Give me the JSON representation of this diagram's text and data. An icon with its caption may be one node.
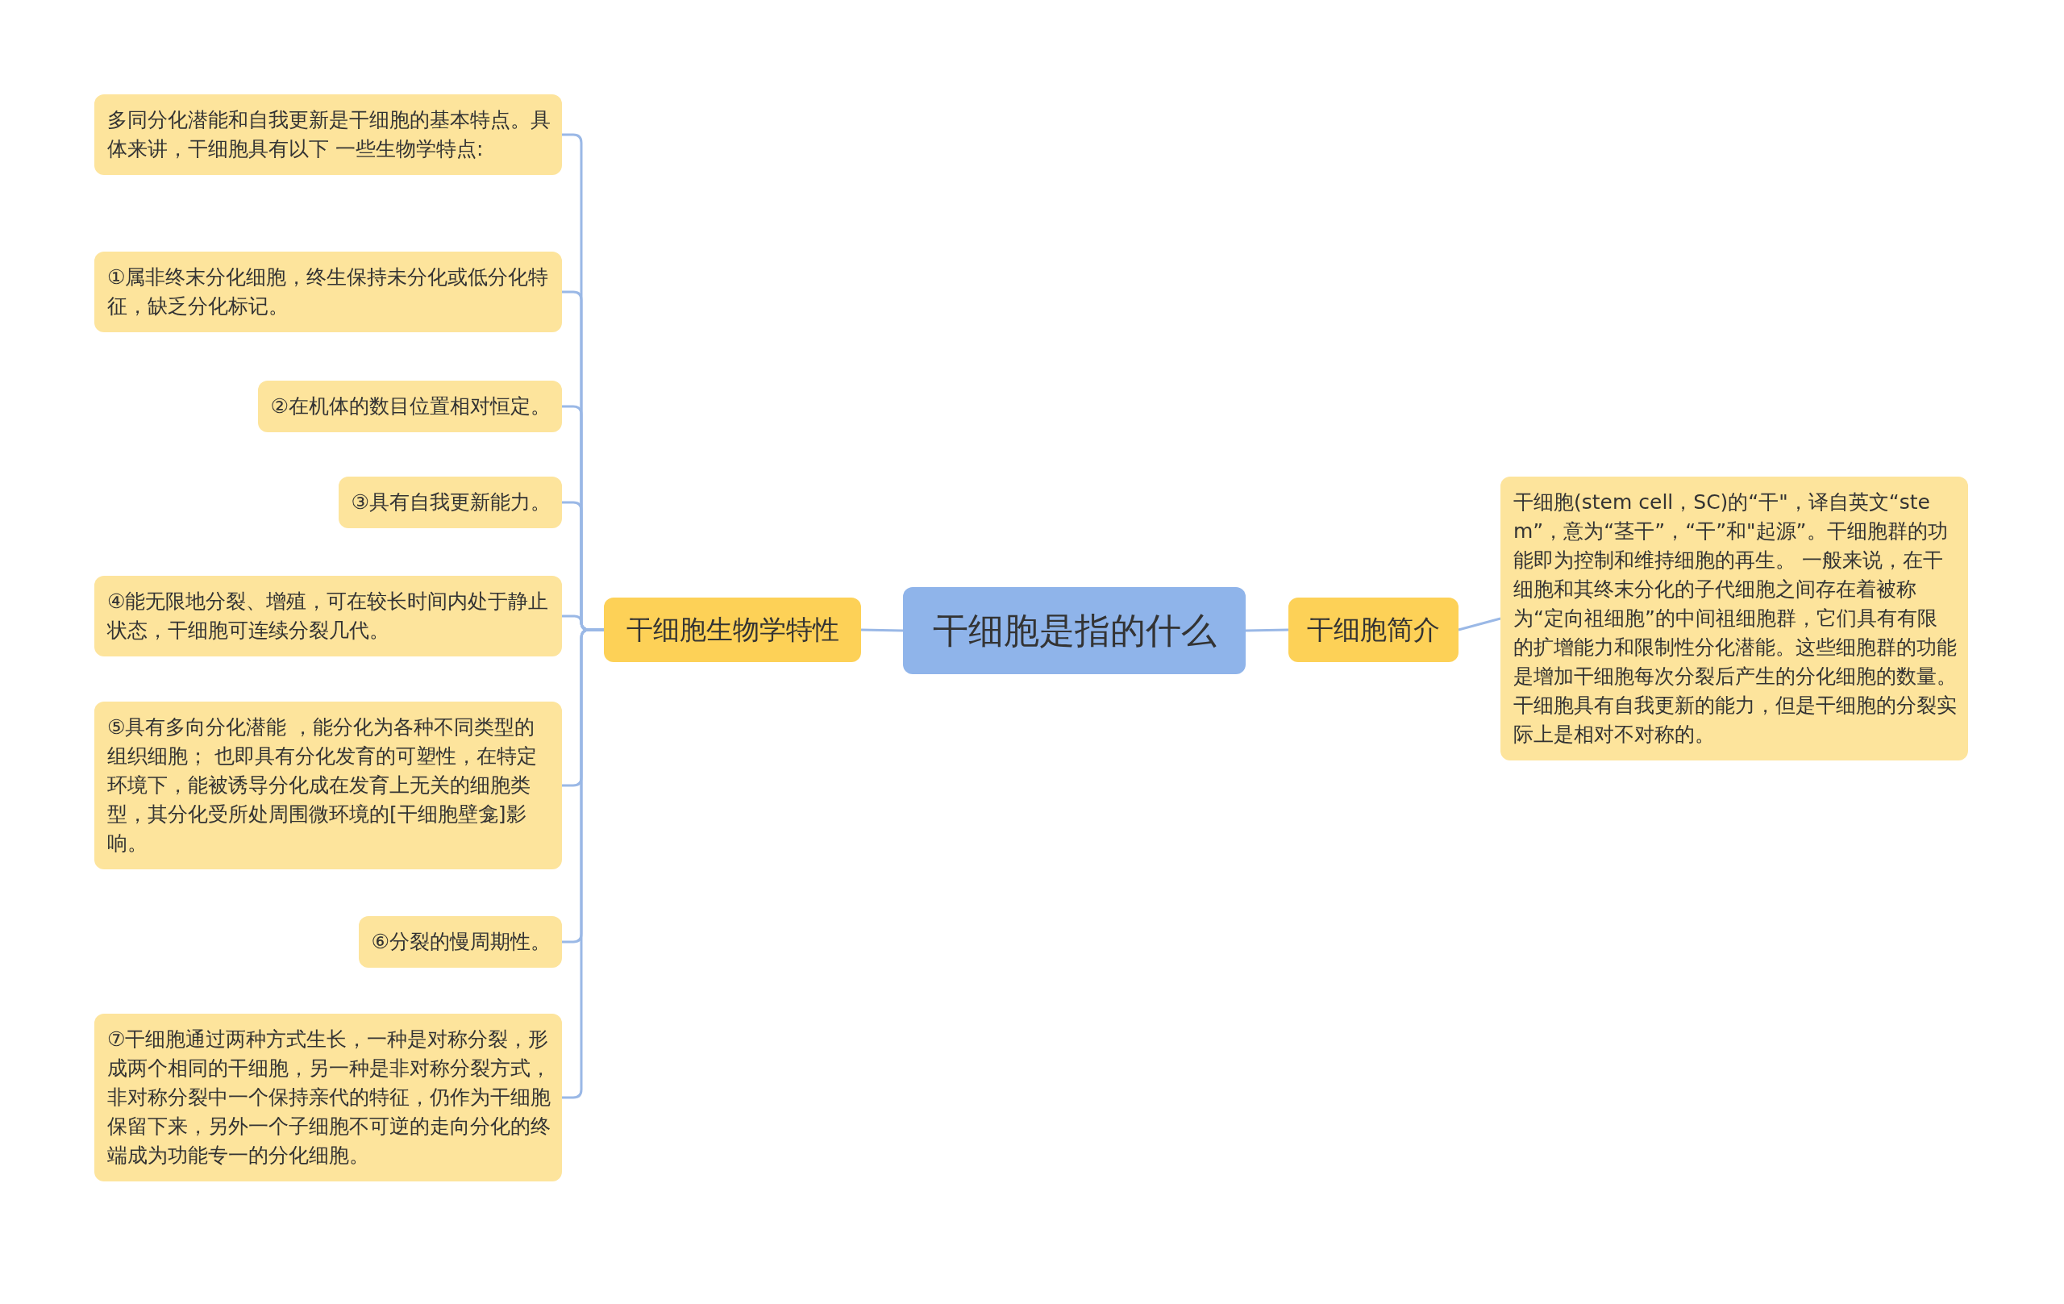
{
  "diagram": {
    "nodes": [
      {
        "text": [
          "干细胞是指的什么"
        ]
      },
      {
        "text": [
          "干细胞生物学特性"
        ]
      },
      {
        "text": [
          "多同分化潜能和自我更新是干细胞的基本特点。具体来讲，干细胞具有以下 一些生物学特点:"
        ]
      },
      {
        "text": [
          "①属非终末分化细胞，终生保持未分化或低分化特征，缺乏分化标记。"
        ]
      },
      {
        "text": [
          "②在机体的数目位置相对恒定。"
        ]
      },
      {
        "text": [
          "③具有自我更新能力。"
        ]
      },
      {
        "text": [
          "④能无限地分裂、增殖，可在较长时间内处于静止状态，干细胞可连续分裂几代。"
        ]
      },
      {
        "text": [
          "⑤具有多向分化潜能 ，能分化为各种不同类型的组织细胞； 也即具有分化发育的可塑性，在特定环境下，能被诱导分化成在发育上无关的细胞类型，其分化受所处周围微环境的[干细胞壁龛]影响。"
        ]
      },
      {
        "text": [
          "⑥分裂的慢周期性。"
        ]
      },
      {
        "text": [
          "⑦干细胞通过两种方式生长，一种是对称分裂，形成两个相同的干细胞，另一种是非对称分裂方式，非对称分裂中一个保持亲代的特征，仍作为干细胞保留下来，另外一个子细胞不可逆的走向分化的终端成为功能专一的分化细胞。"
        ]
      },
      {
        "text": [
          "干细胞简介"
        ]
      },
      {
        "text": [
          "干细胞(stem cell，SC)的“干\"，译自英文“stem”，意为“茎干”，“干”和\"起源”。干细胞群的功能即为控制和维持细胞的再生。 一般来说，在干细胞和其终末分化的子代细胞之间存在着被称为“定向祖细胞”的中间祖细胞群，它们具有有限的扩增能力和限制性分化潜能。这些细胞群的功能是增加干细胞每次分裂后产生的分化细胞的数量。干细胞具有自我更新的能力，但是干细胞的分裂实际上是相对不对称的。"
        ]
      }
    ],
    "edges": [
      {
        "from": 0,
        "to": 1,
        "arrow": "none"
      },
      {
        "from": 1,
        "to": 2,
        "arrow": "none"
      },
      {
        "from": 1,
        "to": 3,
        "arrow": "none"
      },
      {
        "from": 1,
        "to": 4,
        "arrow": "none"
      },
      {
        "from": 1,
        "to": 5,
        "arrow": "none"
      },
      {
        "from": 1,
        "to": 6,
        "arrow": "none"
      },
      {
        "from": 1,
        "to": 7,
        "arrow": "none"
      },
      {
        "from": 1,
        "to": 8,
        "arrow": "none"
      },
      {
        "from": 1,
        "to": 9,
        "arrow": "none"
      },
      {
        "from": 0,
        "to": 10,
        "arrow": "none"
      },
      {
        "from": 10,
        "to": 11,
        "arrow": "none"
      }
    ]
  }
}
